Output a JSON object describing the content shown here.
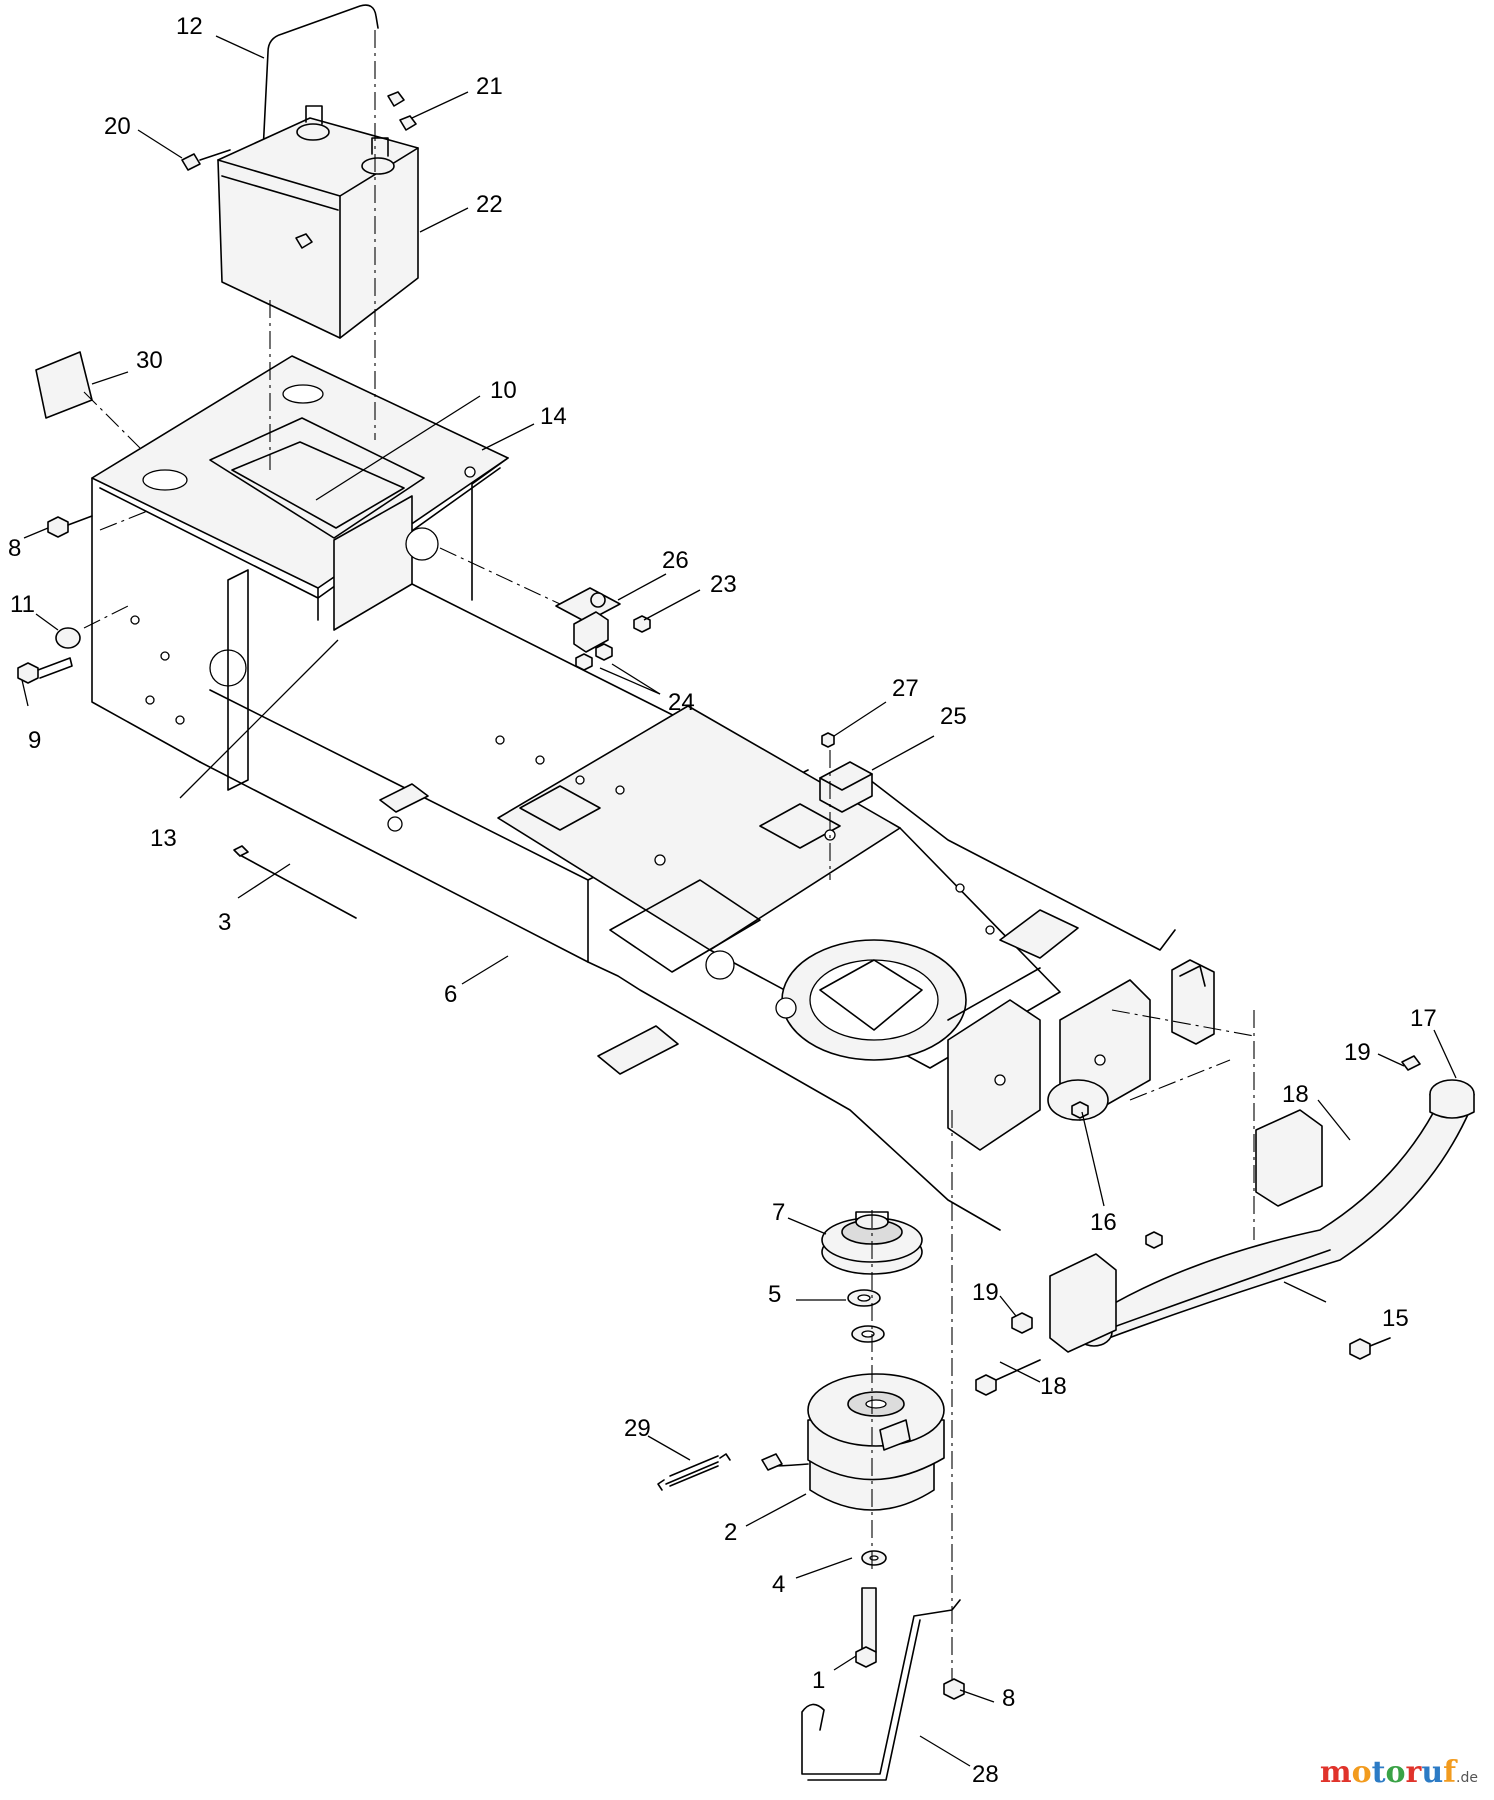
{
  "diagram": {
    "callouts": [
      {
        "id": "c12",
        "text": "12"
      },
      {
        "id": "c21",
        "text": "21"
      },
      {
        "id": "c20",
        "text": "20"
      },
      {
        "id": "c22",
        "text": "22"
      },
      {
        "id": "c30",
        "text": "30"
      },
      {
        "id": "c10",
        "text": "10"
      },
      {
        "id": "c14",
        "text": "14"
      },
      {
        "id": "c8a",
        "text": "8"
      },
      {
        "id": "c11",
        "text": "11"
      },
      {
        "id": "c9",
        "text": "9"
      },
      {
        "id": "c26",
        "text": "26"
      },
      {
        "id": "c23",
        "text": "23"
      },
      {
        "id": "c24",
        "text": "24"
      },
      {
        "id": "c27",
        "text": "27"
      },
      {
        "id": "c25",
        "text": "25"
      },
      {
        "id": "c13",
        "text": "13"
      },
      {
        "id": "c3",
        "text": "3"
      },
      {
        "id": "c6",
        "text": "6"
      },
      {
        "id": "c17",
        "text": "17"
      },
      {
        "id": "c19a",
        "text": "19"
      },
      {
        "id": "c18a",
        "text": "18"
      },
      {
        "id": "c7",
        "text": "7"
      },
      {
        "id": "c16",
        "text": "16"
      },
      {
        "id": "c5",
        "text": "5"
      },
      {
        "id": "c19b",
        "text": "19"
      },
      {
        "id": "c15",
        "text": "15"
      },
      {
        "id": "c18b",
        "text": "18"
      },
      {
        "id": "c29",
        "text": "29"
      },
      {
        "id": "c2",
        "text": "2"
      },
      {
        "id": "c4",
        "text": "4"
      },
      {
        "id": "c1",
        "text": "1"
      },
      {
        "id": "c8b",
        "text": "8"
      },
      {
        "id": "c28",
        "text": "28"
      }
    ]
  },
  "watermark": {
    "letters": [
      "m",
      "o",
      "t",
      "o",
      "r",
      "u",
      "f"
    ],
    "tld": ".de"
  }
}
